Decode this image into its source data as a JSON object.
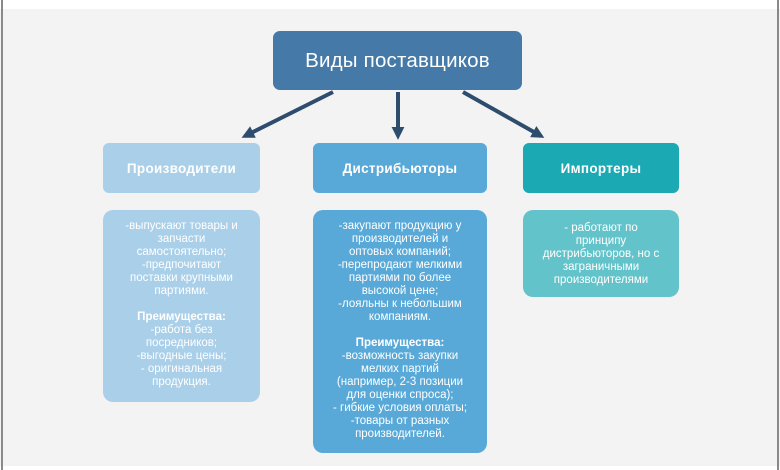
{
  "page": {
    "background": "#f3f3f4",
    "margin_color": "#ffffff",
    "edge_line_color": "#898989"
  },
  "diagram": {
    "root": {
      "label": "Виды поставщиков",
      "bg": "#4579a7",
      "text_color": "#ffffff"
    },
    "arrow_color": "#2e4d6d",
    "columns": [
      {
        "id": "manufacturers",
        "header": "Производители",
        "header_bg": "#a9cfe9",
        "body_bg": "#a9cfe9",
        "lines": [
          {
            "t": "-выпускают товары и"
          },
          {
            "t": "запчасти"
          },
          {
            "t": "самостоятельно;"
          },
          {
            "t": "-предпочитают"
          },
          {
            "t": "поставки крупными"
          },
          {
            "t": "партиями."
          },
          {
            "t": "Преимущества:",
            "bold": true,
            "gap": true
          },
          {
            "t": "-работа без"
          },
          {
            "t": "посредников;"
          },
          {
            "t": "-выгодные цены;"
          },
          {
            "t": "- оригинальная"
          },
          {
            "t": "продукция."
          }
        ]
      },
      {
        "id": "distributors",
        "header": "Дистрибьюторы",
        "header_bg": "#58a9d8",
        "body_bg": "#58a9d8",
        "lines": [
          {
            "t": "-закупают продукцию у"
          },
          {
            "t": "производителей и"
          },
          {
            "t": "оптовых компаний;"
          },
          {
            "t": "-перепродают мелкими"
          },
          {
            "t": "партиями по более"
          },
          {
            "t": "высокой цене;"
          },
          {
            "t": "-лояльны к небольшим"
          },
          {
            "t": "компаниям."
          },
          {
            "t": "Преимущества:",
            "bold": true,
            "gap": true
          },
          {
            "t": "-возможность закупки"
          },
          {
            "t": "мелких партий"
          },
          {
            "t": "(например, 2-3 позиции"
          },
          {
            "t": "для оценки спроса);"
          },
          {
            "t": "- гибкие условия оплаты;"
          },
          {
            "t": "-товары от разных"
          },
          {
            "t": "производителей."
          }
        ]
      },
      {
        "id": "importers",
        "header": "Импортеры",
        "header_bg": "#1ba9b4",
        "body_bg": "#63c3ca",
        "lines": [
          {
            "t": "- работают по"
          },
          {
            "t": "принципу"
          },
          {
            "t": "дистрибьюторов, но с"
          },
          {
            "t": "заграничными"
          },
          {
            "t": "производителями"
          }
        ]
      }
    ]
  }
}
